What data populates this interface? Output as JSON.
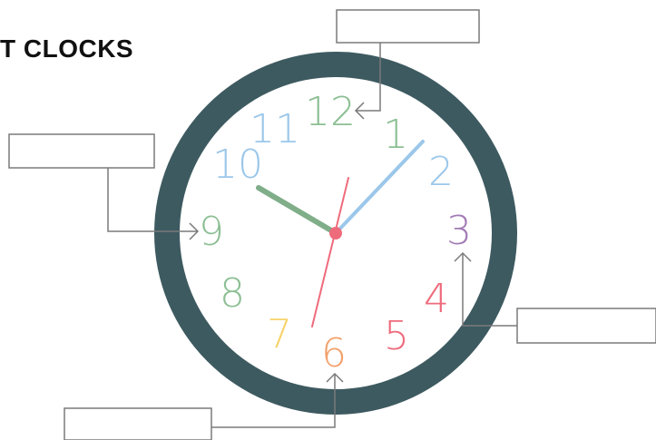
{
  "title": "T CLOCKS",
  "clock": {
    "rim_color": "#3d5a60",
    "face_color": "#ffffff",
    "numerals": [
      {
        "text": "12",
        "color": "#8cbf94"
      },
      {
        "text": "1",
        "color": "#8cbf94"
      },
      {
        "text": "2",
        "color": "#9bc7ea"
      },
      {
        "text": "3",
        "color": "#a27bb5"
      },
      {
        "text": "4",
        "color": "#ee6b7c"
      },
      {
        "text": "5",
        "color": "#ee6b7c"
      },
      {
        "text": "6",
        "color": "#f2a06b"
      },
      {
        "text": "7",
        "color": "#f7d36b"
      },
      {
        "text": "8",
        "color": "#8cbf94"
      },
      {
        "text": "9",
        "color": "#8cbf94"
      },
      {
        "text": "10",
        "color": "#9bc7ea"
      },
      {
        "text": "11",
        "color": "#9bc7ea"
      }
    ],
    "hands": {
      "hour": {
        "color": "#7fae89"
      },
      "minute": {
        "color": "#9bc7ea"
      },
      "second": {
        "color": "#ee6b7c"
      },
      "center_color": "#ee6b7c"
    }
  },
  "label_boxes": [
    {
      "text": "",
      "points_to": "12"
    },
    {
      "text": "",
      "points_to": "9"
    },
    {
      "text": "",
      "points_to": "3"
    },
    {
      "text": "",
      "points_to": "6"
    }
  ]
}
